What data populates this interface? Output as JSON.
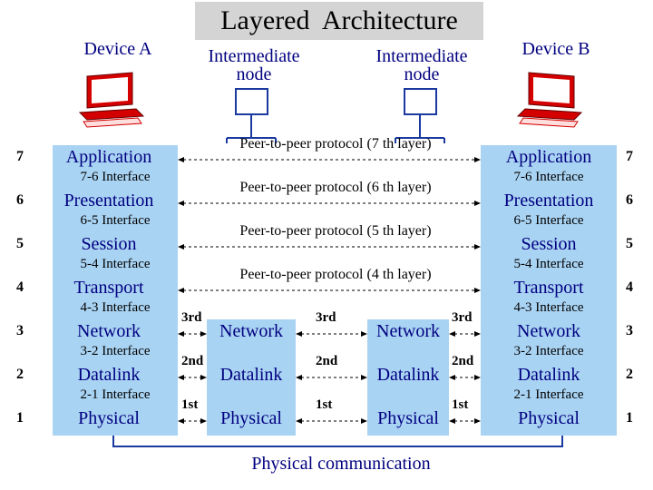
{
  "title": "Layered  Architecture",
  "headers": {
    "device_a": "Device A",
    "intermediate_1": "Intermediate\nnode",
    "intermediate_2": "Intermediate\nnode",
    "device_b": "Device B"
  },
  "layer_numbers": [
    "7",
    "6",
    "5",
    "4",
    "3",
    "2",
    "1"
  ],
  "end_layers": [
    "Application",
    "Presentation",
    "Session",
    "Transport",
    "Network",
    "Datalink",
    "Physical"
  ],
  "interfaces": [
    "7-6 Interface",
    "6-5 Interface",
    "5-4 Interface",
    "4-3 Interface",
    "3-2 Interface",
    "2-1 Interface"
  ],
  "protocols": [
    "Peer-to-peer protocol (7 th layer)",
    "Peer-to-peer protocol (6 th layer)",
    "Peer-to-peer protocol (5 th layer)",
    "Peer-to-peer protocol (4 th layer)"
  ],
  "intermediate_layers": [
    "Network",
    "Datalink",
    "Physical"
  ],
  "hop_labels": [
    "3rd",
    "2nd",
    "1st"
  ],
  "footer": "Physical communication",
  "colors": {
    "layer_box": "#a9d3f3",
    "label_text": "#000080",
    "title_box": "#d4d4d4",
    "computer_red": "#d40000"
  }
}
